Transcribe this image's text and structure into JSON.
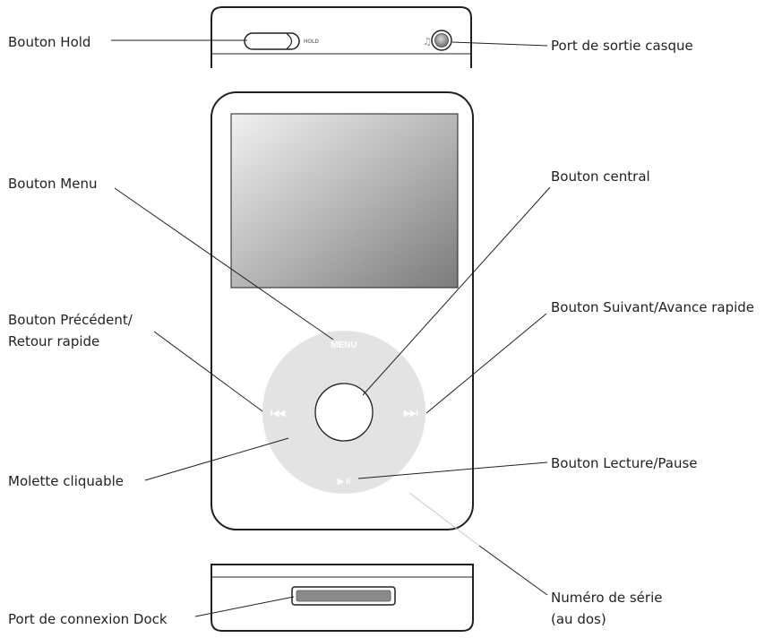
{
  "device": {
    "hold_text": "HOLD",
    "menu_text": "MENU",
    "prev_glyph": "I◀◀",
    "next_glyph": "▶▶I",
    "play_glyph": "▶ II",
    "headphone_glyph": "♫"
  },
  "labels": {
    "hold": "Bouton Hold",
    "headphone": "Port de sortie casque",
    "menu": "Bouton Menu",
    "center": "Bouton central",
    "prev_line1": "Bouton Précédent/",
    "prev_line2": "Retour rapide",
    "next": "Bouton Suivant/Avance rapide",
    "wheel": "Molette cliquable",
    "play": "Bouton Lecture/Pause",
    "serial_line1": "Numéro de série",
    "serial_line2": "(au dos)",
    "dock": "Port de connexion Dock"
  },
  "colors": {
    "outline": "#231f20",
    "wheel": "#e3e3e3",
    "screen_light": "#ececec",
    "screen_dark": "#7d7d7d"
  }
}
